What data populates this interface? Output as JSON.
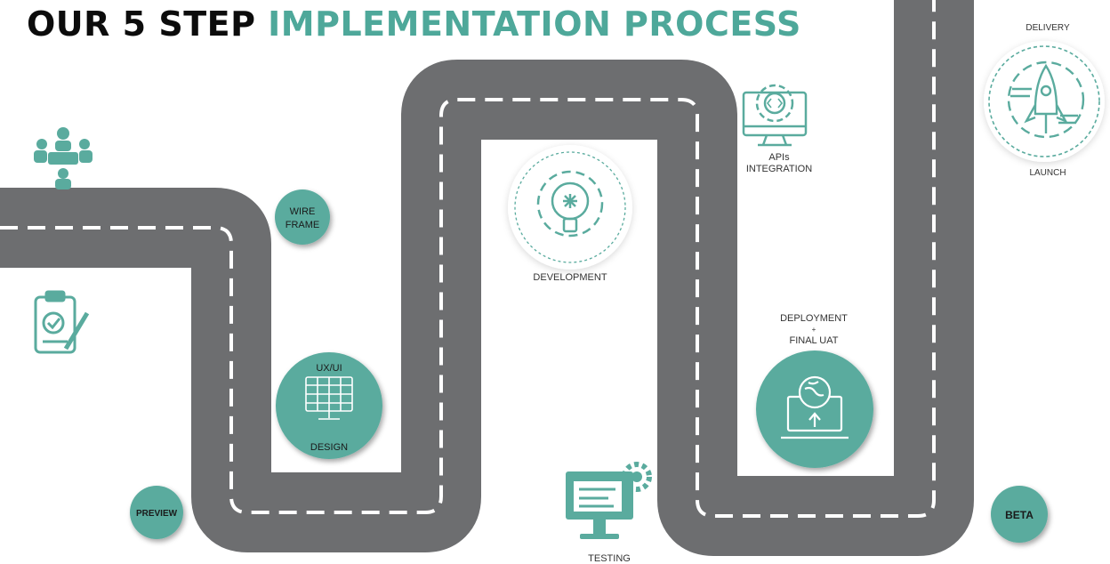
{
  "title": {
    "part_dark": "OUR 5 STEP ",
    "part_accent": "IMPLEMENTATION PROCESS"
  },
  "colors": {
    "road": "#6d6e70",
    "teal": "#5aab9e",
    "title_accent": "#4ea89a",
    "title_dark": "#0c0c0c"
  },
  "steps": {
    "wireframe": {
      "line1": "WIRE",
      "line2": "FRAME"
    },
    "preview": "PREVIEW",
    "uxui": {
      "top": "UX/UI",
      "bottom": "DESIGN"
    },
    "development": "DEVELOPMENT",
    "apis": {
      "line1": "APIs",
      "line2": "INTEGRATION"
    },
    "testing": "TESTING",
    "deployment": {
      "line1": "DEPLOYMENT",
      "line2": "+",
      "line3": "FINAL UAT"
    },
    "beta": "BETA",
    "delivery": "DELIVERY",
    "launch": "LAUNCH"
  },
  "icons": {
    "team": "team-meeting-icon",
    "checklist": "clipboard-check-icon",
    "uxui": "monitor-layout-icon",
    "development": "lightbulb-gear-icon",
    "apis": "code-gear-monitor-icon",
    "testing": "monitor-gear-icon",
    "deployment": "laptop-globe-upload-icon",
    "delivery": "rocket-gear-icon"
  }
}
